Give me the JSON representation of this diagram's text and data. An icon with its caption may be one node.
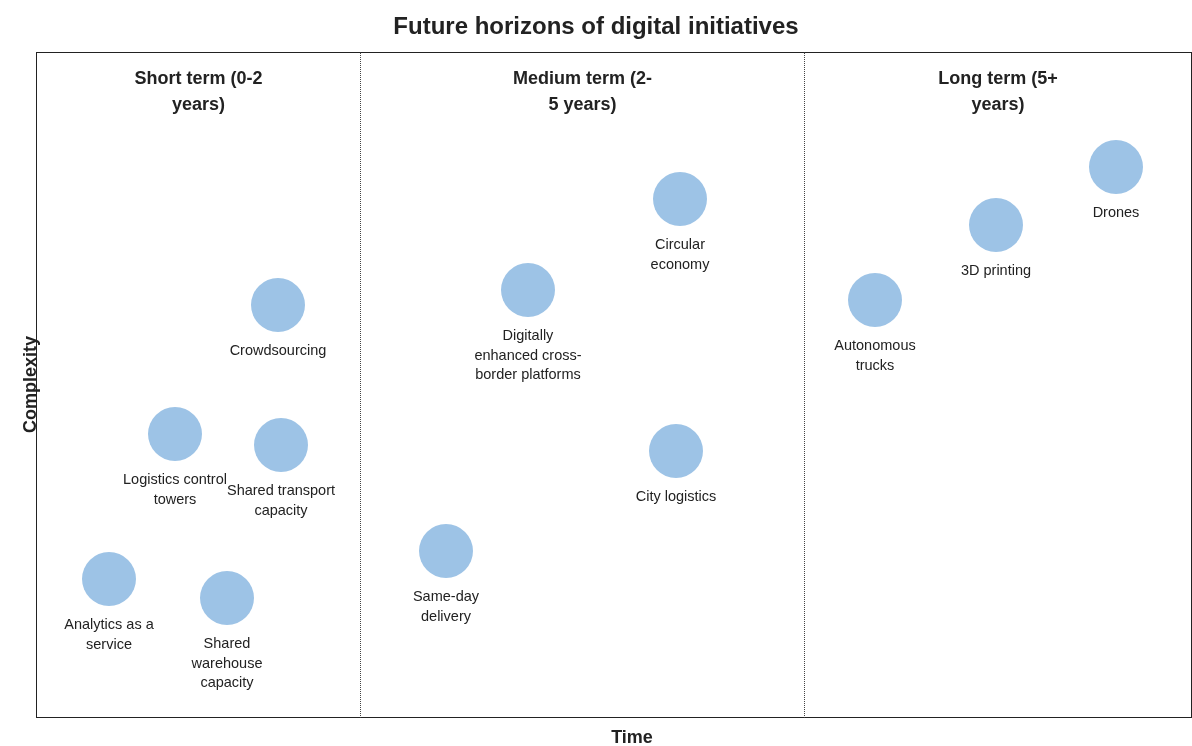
{
  "diagram": {
    "title": "Future horizons of digital initiatives",
    "nodes": [
      {
        "text": [
          "Short term (0-2 years)"
        ]
      },
      {
        "text": [
          "Crowdsourcing"
        ],
        "in": 0
      },
      {
        "text": [
          "Logistics control towers"
        ],
        "in": 0
      },
      {
        "text": [
          "Shared transport capacity"
        ],
        "in": 0
      },
      {
        "text": [
          "Analytics as a service"
        ],
        "in": 0
      },
      {
        "text": [
          "Shared warehouse capacity"
        ],
        "in": 0
      },
      {
        "text": [
          "Medium term (2-5 years)"
        ]
      },
      {
        "text": [
          "Circular economy"
        ],
        "in": 6
      },
      {
        "text": [
          "Digitally enhanced cross-border platforms"
        ],
        "in": 6
      },
      {
        "text": [
          "City logistics"
        ],
        "in": 6
      },
      {
        "text": [
          "Same-day delivery"
        ],
        "in": 6
      },
      {
        "text": [
          "Long term (5+ years)"
        ]
      },
      {
        "text": [
          "Drones"
        ],
        "in": 11
      },
      {
        "text": [
          "3D printing"
        ],
        "in": 11
      },
      {
        "text": [
          "Autonomous trucks"
        ],
        "in": 11
      }
    ],
    "edges": [],
    "labels": [
      "Complexity",
      "Time"
    ]
  }
}
